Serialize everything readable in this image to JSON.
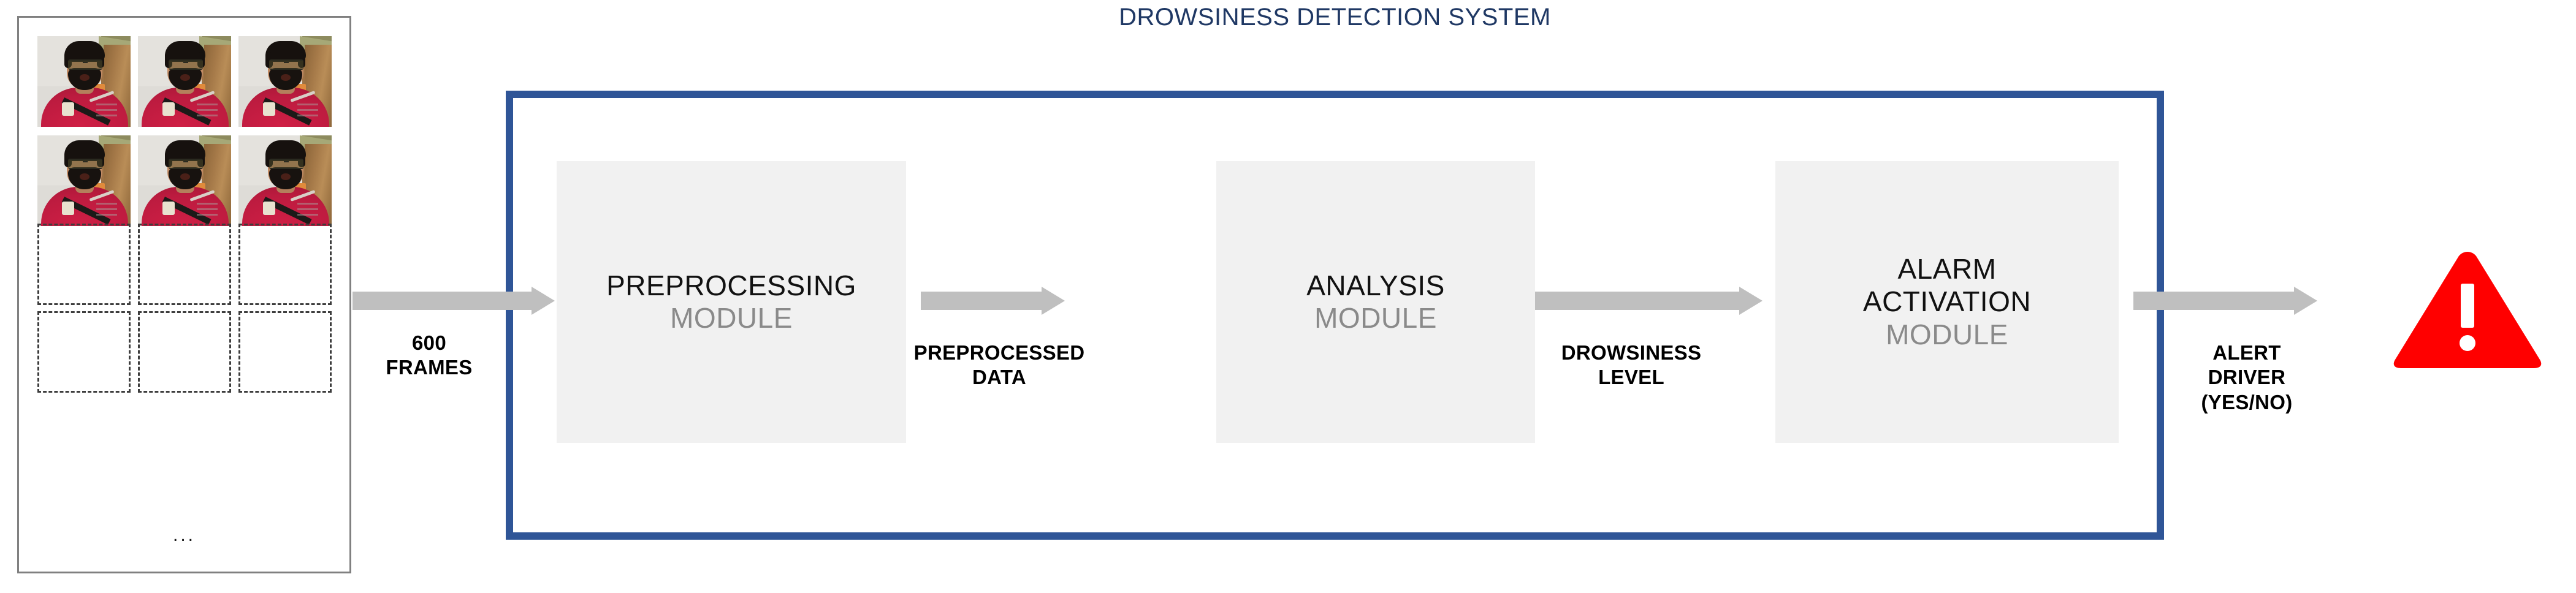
{
  "title": "DROWSINESS DETECTION SYSTEM",
  "title_color": "#1F3864",
  "boundary_color": "#2F5597",
  "arrow_color": "#BFBFBF",
  "module_fill": "#F1F1F1",
  "alert_color": "#FF0000",
  "frame_stack": {
    "photo_count": 6,
    "placeholder_count": 6,
    "ellipsis": "..."
  },
  "modules": [
    {
      "id": "preprocessing",
      "primary": "PREPROCESSING",
      "secondary": "MODULE"
    },
    {
      "id": "analysis",
      "primary": "ANALYSIS",
      "secondary": "MODULE"
    },
    {
      "id": "alarm",
      "primary": "ALARM",
      "primary2": "ACTIVATION",
      "secondary": "MODULE"
    }
  ],
  "arrow_labels": {
    "frames": {
      "line1": "600",
      "line2": "FRAMES"
    },
    "preprocessed": {
      "line1": "PREPROCESSED",
      "line2": "DATA"
    },
    "drowsiness": {
      "line1": "DROWSINESS",
      "line2": "LEVEL"
    },
    "alert": {
      "line1": "ALERT",
      "line2": "DRIVER",
      "line3": "(YES/NO)"
    }
  },
  "alert_icon": "warning-triangle-icon"
}
